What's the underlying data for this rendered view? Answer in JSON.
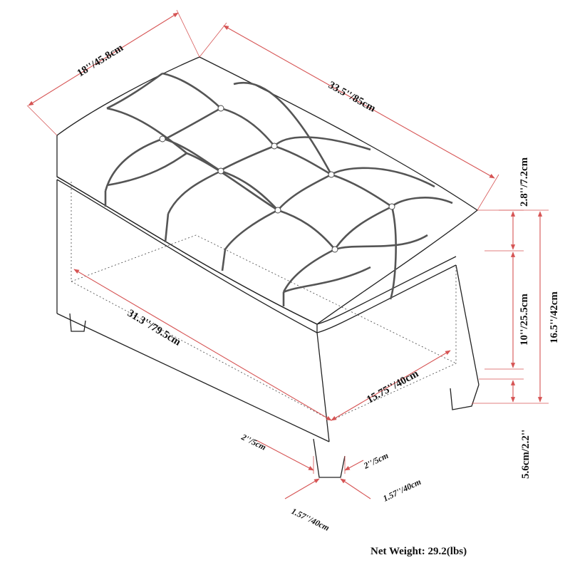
{
  "dimensions": {
    "depth": "18''/45.8cm",
    "length": "33.5''/85cm",
    "cushion_height": "2.8''/7.2cm",
    "storage_height": "10''/25.5cm",
    "total_height": "16.5''/42cm",
    "leg_height": "5.6cm/2.2''",
    "inner_length": "31.3''/79.5cm",
    "inner_depth": "15.75''/40cm",
    "leg_width_left": "2''/5cm",
    "leg_width_right": "2''/5cm",
    "leg_depth_right": "1.57''/40cm",
    "leg_depth_bottom": "1.57''/40cm"
  },
  "net_weight": "Net Weight: 29.2(lbs)",
  "colors": {
    "dimension_line": "#d65454",
    "outline": "#222222",
    "tufting": "#555555"
  }
}
